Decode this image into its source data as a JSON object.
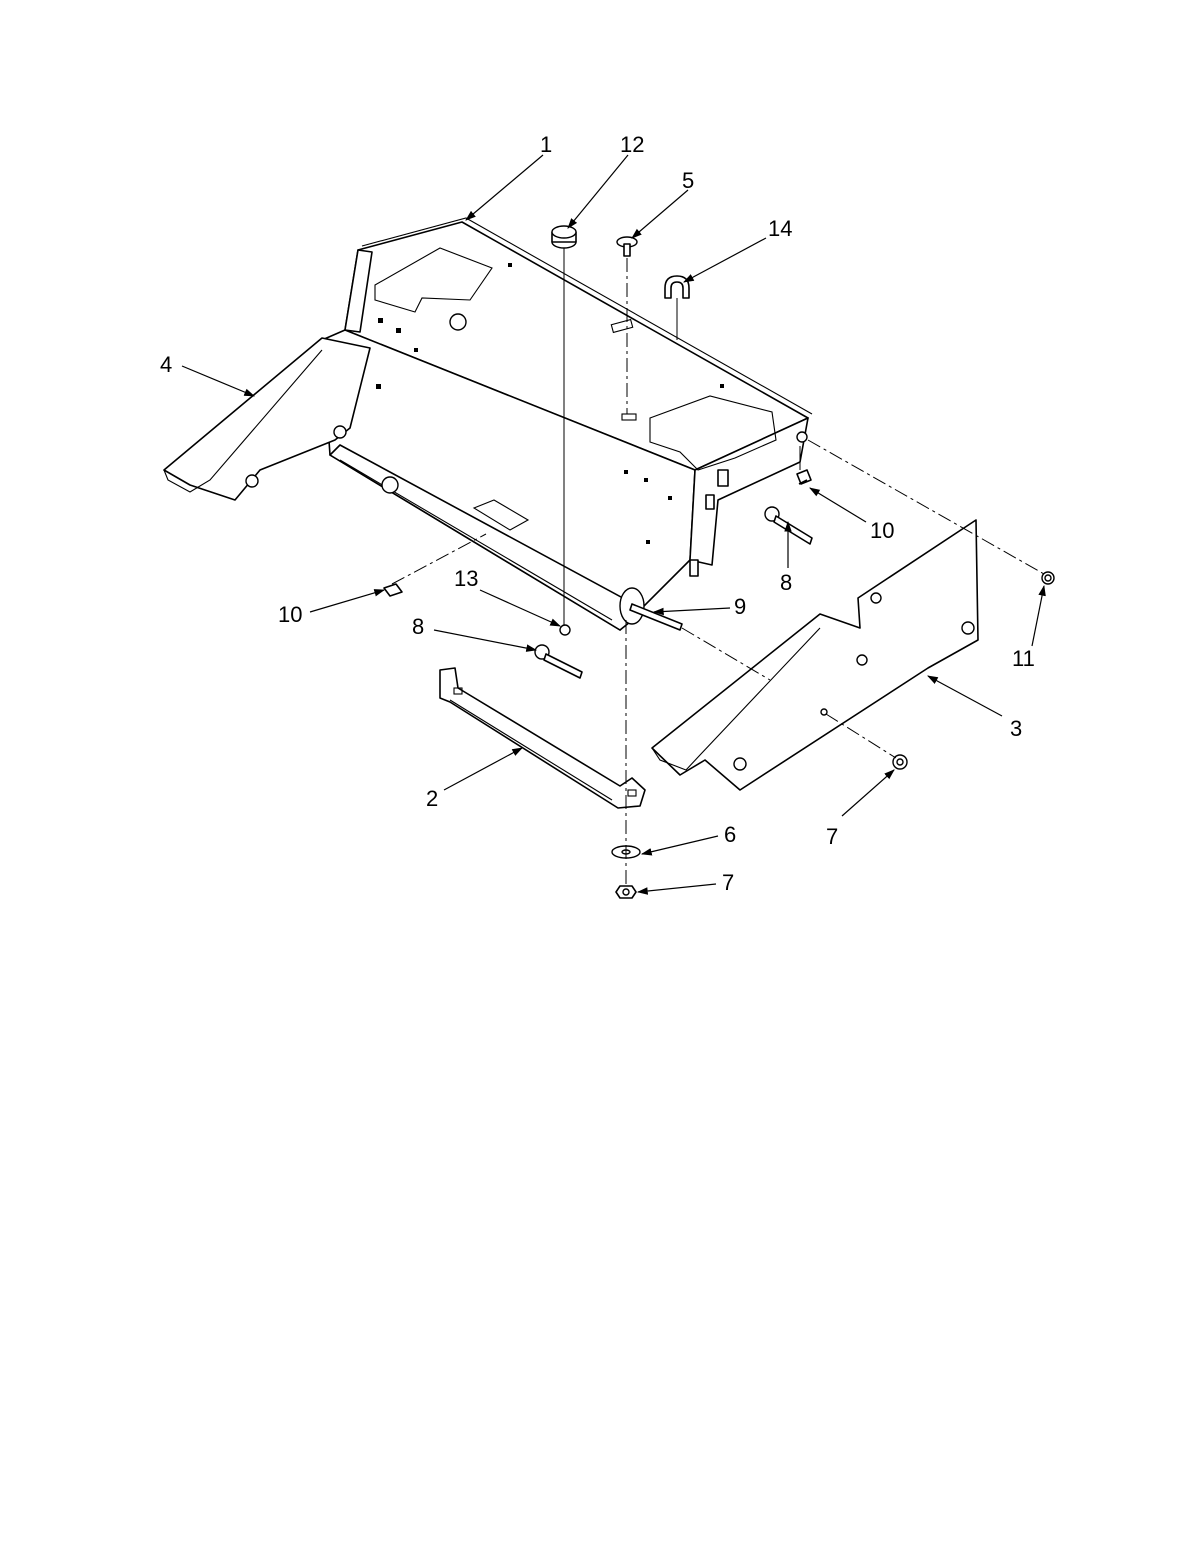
{
  "callouts": [
    {
      "id": "c1",
      "label": "1"
    },
    {
      "id": "c12",
      "label": "12"
    },
    {
      "id": "c5",
      "label": "5"
    },
    {
      "id": "c14",
      "label": "14"
    },
    {
      "id": "c4",
      "label": "4"
    },
    {
      "id": "c10a",
      "label": "10"
    },
    {
      "id": "c8a",
      "label": "8"
    },
    {
      "id": "c10b",
      "label": "10"
    },
    {
      "id": "c13",
      "label": "13"
    },
    {
      "id": "c9",
      "label": "9"
    },
    {
      "id": "c8b",
      "label": "8"
    },
    {
      "id": "c11",
      "label": "11"
    },
    {
      "id": "c3",
      "label": "3"
    },
    {
      "id": "c2",
      "label": "2"
    },
    {
      "id": "c6",
      "label": "6"
    },
    {
      "id": "c7a",
      "label": "7"
    },
    {
      "id": "c7b",
      "label": "7"
    }
  ]
}
